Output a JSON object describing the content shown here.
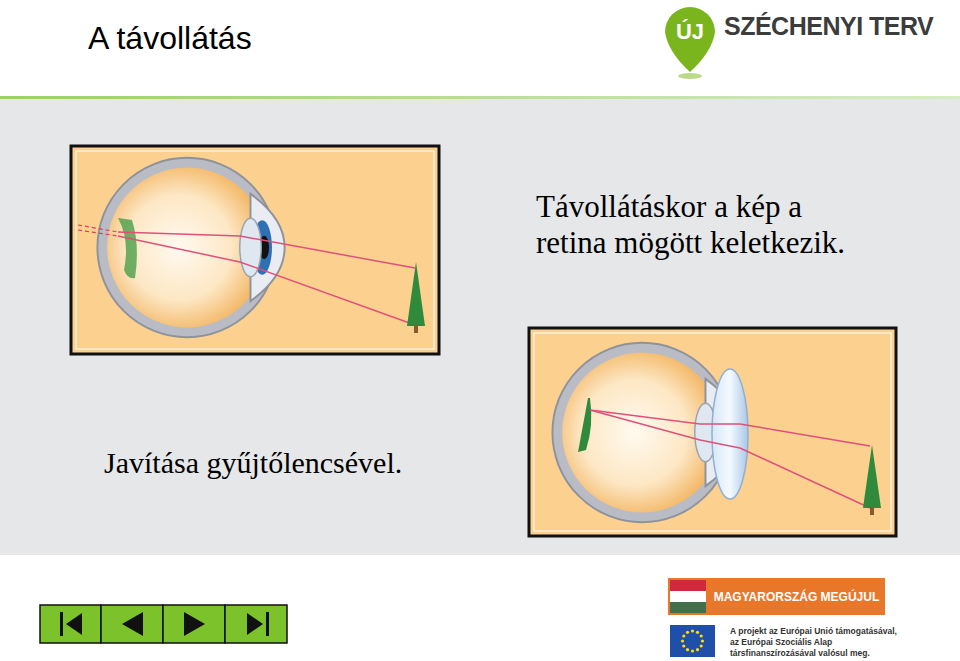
{
  "diagram": {
    "title": "A távollátás",
    "nodes": [
      {
        "text": [
          "ÚJ"
        ]
      },
      {
        "text": [
          "MAGYARORSZÁG MEGÚJUL"
        ]
      }
    ],
    "labels": [
      "SZÉCHENYI TERV",
      "Távollátáskor a kép a retina mögött keletkezik.",
      "Javítása gyűjtőlencsével.",
      "A projekt az Európai Unió támogatásával, az Európai Szociális Alap társfinanszírozásával valósul meg."
    ]
  }
}
